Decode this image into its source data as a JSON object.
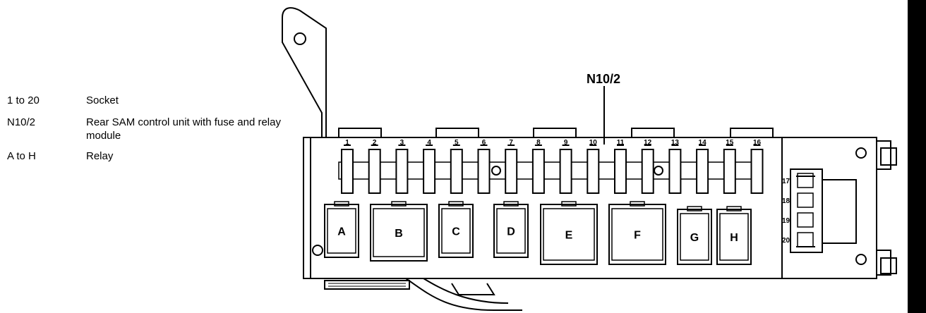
{
  "legend": [
    {
      "term": "1 to 20",
      "desc": "Socket"
    },
    {
      "term": "N10/2",
      "desc": "Rear SAM control unit with fuse and relay module"
    },
    {
      "term": "A to H",
      "desc": "Relay"
    }
  ],
  "diagram": {
    "main_label": "N10/2",
    "fuse_numbers": [
      "1",
      "2",
      "3",
      "4",
      "5",
      "6",
      "7",
      "8",
      "9",
      "10",
      "11",
      "12",
      "13",
      "14",
      "15",
      "16"
    ],
    "side_numbers": [
      "17",
      "18",
      "19",
      "20"
    ],
    "relays": [
      "A",
      "B",
      "C",
      "D",
      "E",
      "F",
      "G",
      "H"
    ]
  },
  "colors": {
    "line": "#000000",
    "background": "#ffffff"
  }
}
